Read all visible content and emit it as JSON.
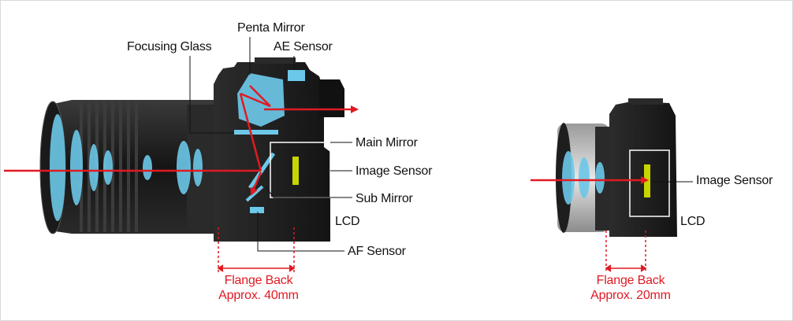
{
  "dslr": {
    "labels": {
      "focusing_glass": "Focusing Glass",
      "penta_mirror": "Penta Mirror",
      "ae_sensor": "AE Sensor",
      "main_mirror": "Main Mirror",
      "image_sensor": "Image Sensor",
      "sub_mirror": "Sub Mirror",
      "lcd": "LCD",
      "af_sensor": "AF Sensor"
    },
    "flange_back": {
      "title": "Flange Back",
      "distance": "Approx. 40mm"
    }
  },
  "mirrorless": {
    "labels": {
      "image_sensor": "Image Sensor",
      "lcd": "LCD"
    },
    "flange_back": {
      "title": "Flange Back",
      "distance": "Approx. 20mm"
    }
  },
  "colors": {
    "light_path": "#e01a22",
    "optics": "#6cc8e8",
    "sensor": "#c8d400",
    "camera_body": "#1e1e1e"
  }
}
